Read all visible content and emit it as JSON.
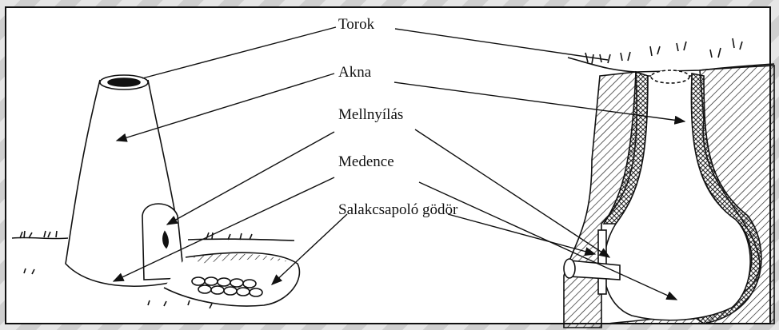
{
  "labels": {
    "torok": "Torok",
    "akna": "Akna",
    "mellnyilas": "Mellnyílás",
    "medence": "Medence",
    "salakcsapolo": "Salakcsapoló gödör"
  }
}
